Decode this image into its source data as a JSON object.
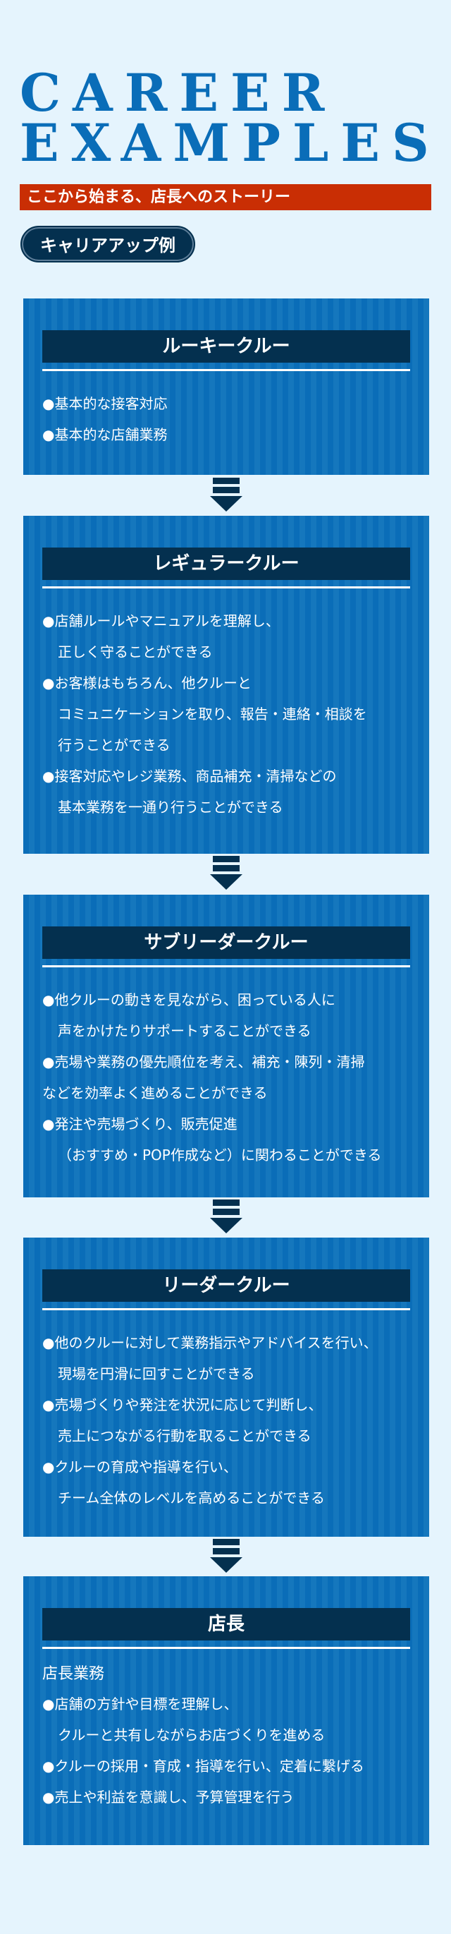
{
  "header": {
    "title_line1": "CAREER",
    "title_line2": "EXAMPLES",
    "subtitle": "ここから始まる、店長へのストーリー",
    "badge": "キャリアアップ例"
  },
  "colors": {
    "accent": "#0a6db8",
    "navy": "#04304f",
    "red": "#c92e04",
    "background": "#e5f4fd"
  },
  "stages": [
    {
      "title": "ルーキークルー",
      "lines": [
        "●基本的な接客対応",
        "●基本的な店舗業務"
      ]
    },
    {
      "title": "レギュラークルー",
      "lines": [
        "●店舗ルールやマニュアルを理解し、",
        "正しく守ることができる",
        "●お客様はもちろん、他クルーと",
        "コミュニケーションを取り、報告・連絡・相談を",
        "行うことができる",
        "●接客対応やレジ業務、商品補充・清掃などの",
        "基本業務を一通り行うことができる"
      ]
    },
    {
      "title": "サブリーダークルー",
      "lines": [
        "●他クルーの動きを見ながら、困っている人に",
        "声をかけたりサポートすることができる",
        "●売場や業務の優先順位を考え、補充・陳列・清掃",
        "などを効率よく進めることができる",
        "●発注や売場づくり、販売促進",
        "（おすすめ・POP作成など）に関わることができる"
      ]
    },
    {
      "title": "リーダークルー",
      "lines": [
        "●他のクルーに対して業務指示やアドバイスを行い、",
        "現場を円滑に回すことができる",
        "●売場づくりや発注を状況に応じて判断し、",
        "売上につながる行動を取ることができる",
        "●クルーの育成や指導を行い、",
        "チーム全体のレベルを高めることができる"
      ]
    },
    {
      "title": "店長",
      "lead": "店長業務",
      "lines": [
        "●店舗の方針や目標を理解し、",
        "クルーと共有しながらお店づくりを進める",
        "●クルーの採用・育成・指導を行い、定着に繋げる",
        "●売上や利益を意識し、予算管理を行う"
      ]
    }
  ]
}
